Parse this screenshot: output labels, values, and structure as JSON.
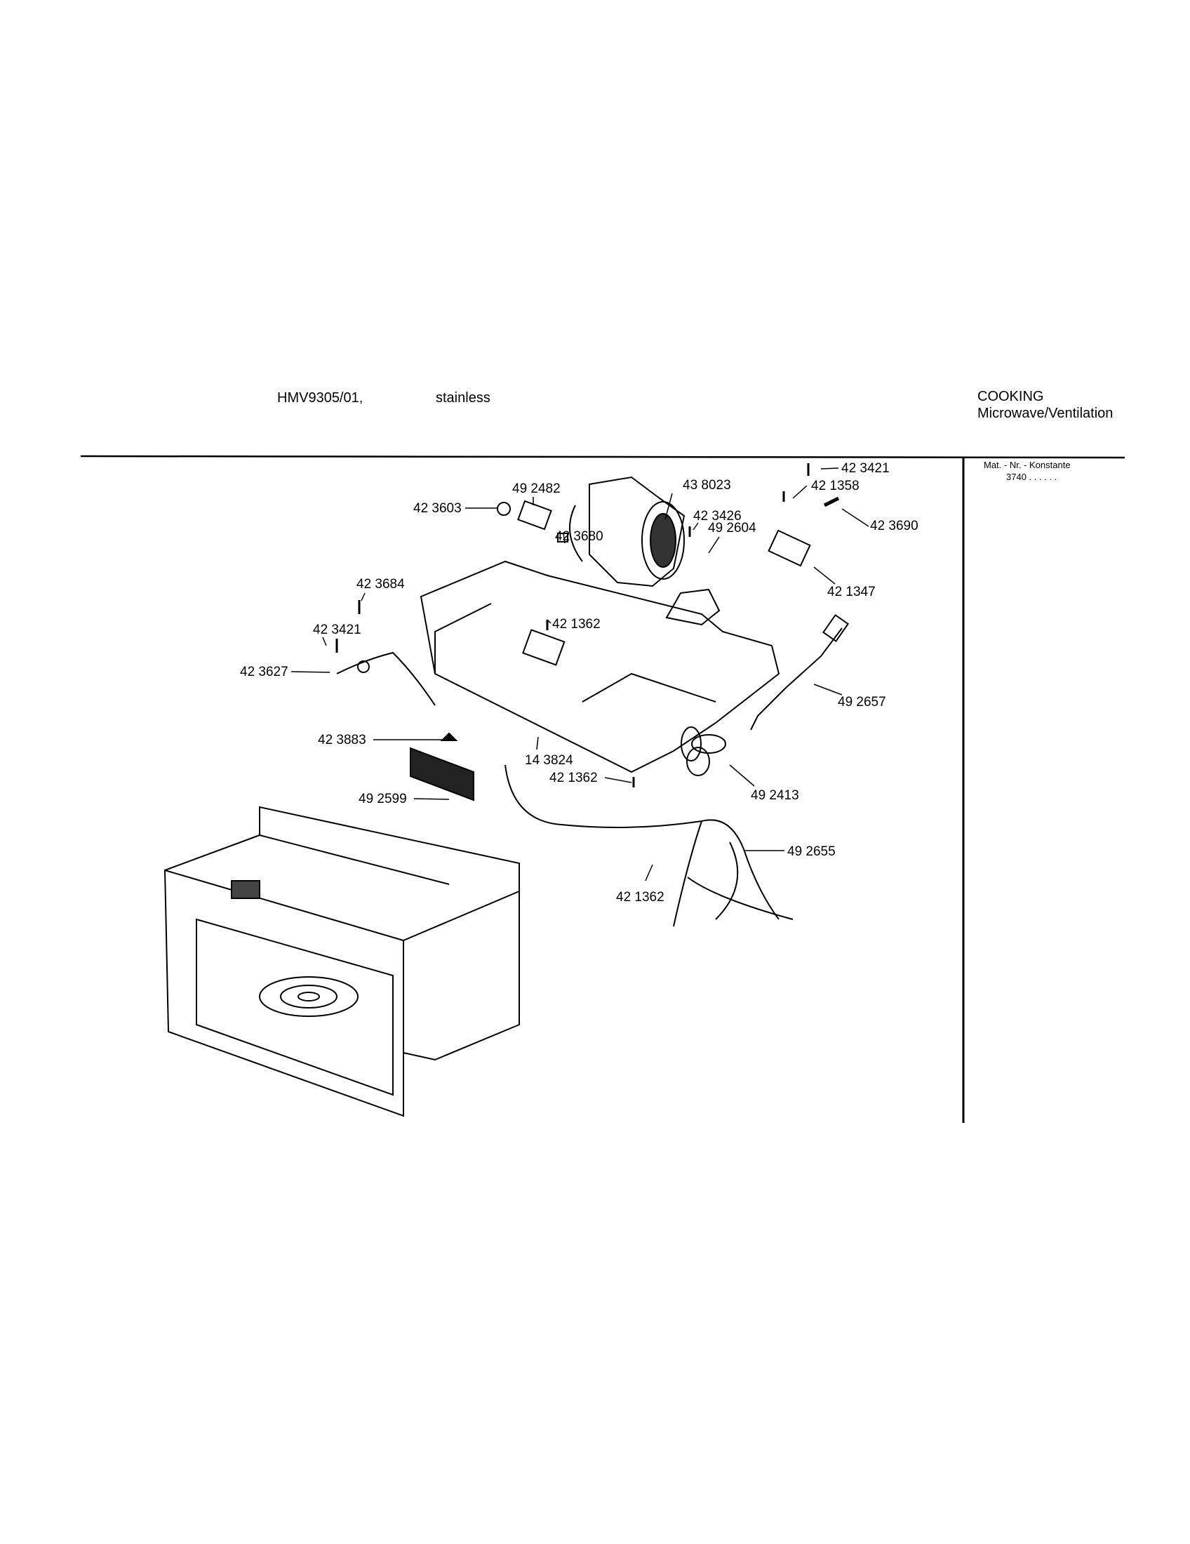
{
  "header": {
    "model": "HMV9305/01,",
    "finish": "stainless",
    "category": "COOKING",
    "subcategory": "Microwave/Ventilation"
  },
  "side_panel": {
    "title": "Mat. - Nr. - Konstante",
    "value": "3740 . .   . . . ."
  },
  "parts": [
    "42 3421",
    "42 1358",
    "49 2482",
    "43 8023",
    "42 3603",
    "42 3426",
    "42 3690",
    "42 3680",
    "49 2604",
    "42 3684",
    "42 1347",
    "42 1362",
    "42 3421",
    "42 3627",
    "49 2657",
    "42 3883",
    "14 3824",
    "49 2599",
    "42 1362",
    "49 2413",
    "49 2655",
    "42 1362"
  ]
}
